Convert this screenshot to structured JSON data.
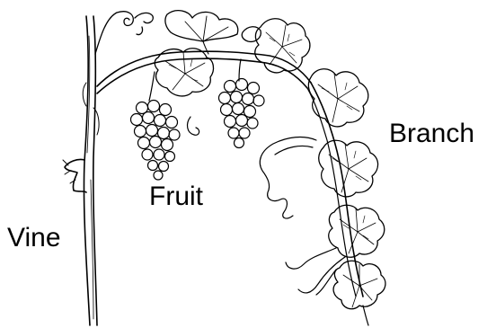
{
  "labels": {
    "vine": "Vine",
    "fruit": "Fruit",
    "branch": "Branch"
  },
  "colors": {
    "ink": "#000000",
    "background": "#ffffff"
  }
}
